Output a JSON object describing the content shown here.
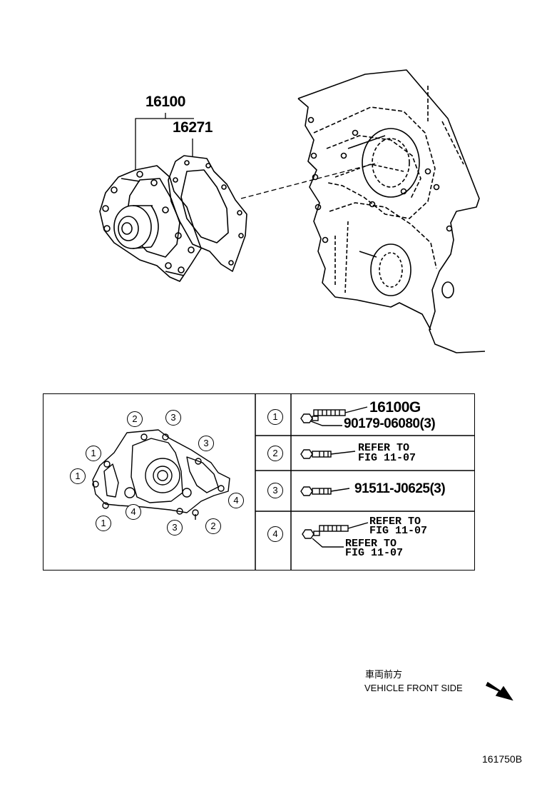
{
  "main_diagram": {
    "part_assembly": "16100",
    "part_gasket": "16271"
  },
  "legend_table": {
    "keys": {
      "bolt_type_1": "1",
      "bolt_type_2": "2",
      "bolt_type_3": "3",
      "bolt_type_4": "4"
    },
    "rows": [
      {
        "key": "1",
        "lines": [
          "16100G",
          "90179-06080(3)"
        ]
      },
      {
        "key": "2",
        "lines": [
          "REFER TO",
          "FIG 11-07"
        ]
      },
      {
        "key": "3",
        "lines": [
          "91511-J0625(3)"
        ]
      },
      {
        "key": "4",
        "lines": [
          "REFER TO",
          "FIG 11-07",
          "REFER TO",
          "FIG 11-07"
        ]
      }
    ]
  },
  "gasket_callouts": [
    "2",
    "3",
    "3",
    "1",
    "1",
    "4",
    "4",
    "1",
    "3",
    "2"
  ],
  "orientation": {
    "label_jp": "車両前方",
    "label_en": "VEHICLE FRONT SIDE",
    "icon": "arrow-down-right-icon"
  },
  "drawing_id": "161750B"
}
